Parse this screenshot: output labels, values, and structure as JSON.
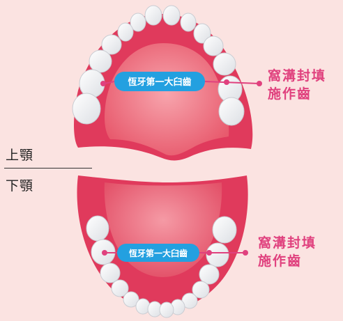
{
  "jaws": {
    "upper": {
      "label": "上顎"
    },
    "lower": {
      "label": "下顎"
    }
  },
  "badges": {
    "upper": "恆牙第一大臼齒",
    "lower": "恆牙第一大臼齒"
  },
  "callouts": {
    "upper": {
      "line1": "窩溝封填",
      "line2": "施作齒"
    },
    "lower": {
      "line1": "窩溝封填",
      "line2": "施作齒"
    }
  },
  "colors": {
    "background": "#fbe3e1",
    "gum": "#e03a5c",
    "palate": "#f0717e",
    "tongue": "#f16a7c",
    "tooth": "#ffffff",
    "badge": "#23a0e0",
    "callout": "#e0417e"
  }
}
